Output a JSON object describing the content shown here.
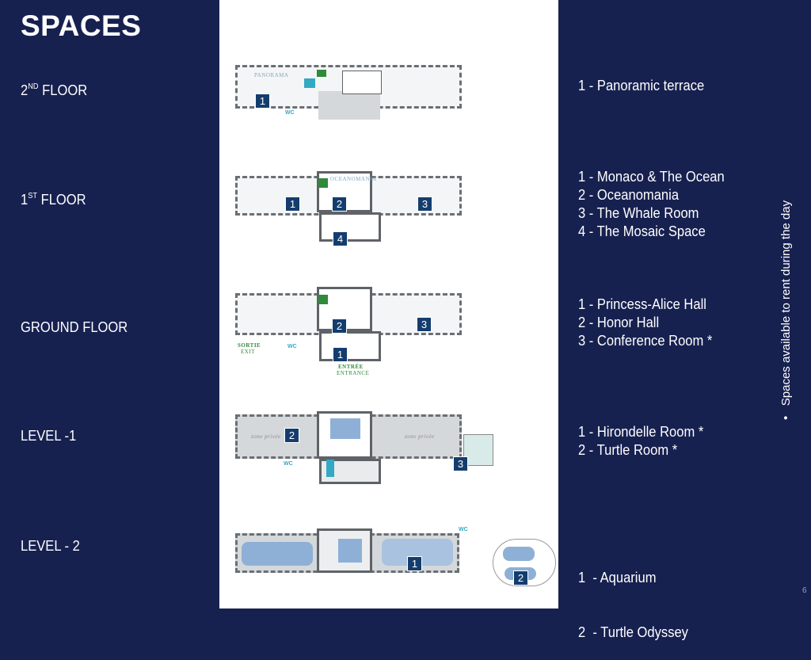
{
  "title": "SPACES",
  "floors": [
    {
      "label_num": "2",
      "label_sup": "ND",
      "label_rest": " FLOOR",
      "spaces": [
        "1 - Panoramic terrace"
      ],
      "map_labels": [
        "PANORAMA",
        "WC"
      ],
      "badges": [
        "1"
      ]
    },
    {
      "label_num": "1",
      "label_sup": "ST",
      "label_rest": " FLOOR",
      "spaces": [
        "1 - Monaco & The Ocean",
        "2 - Oceanomania",
        "3 - The Whale Room",
        "4 - The Mosaic Space"
      ],
      "map_labels": [
        "OCEANOMANIA"
      ],
      "badges": [
        "1",
        "2",
        "3",
        "4"
      ]
    },
    {
      "label": "GROUND FLOOR",
      "spaces": [
        "1 - Princess-Alice Hall",
        "2 - Honor Hall",
        "3 - Conference Room *"
      ],
      "map_labels": [
        "SORTIE",
        "EXIT",
        "WC",
        "ENTRÉE",
        "ENTRANCE"
      ],
      "badges": [
        "1",
        "2",
        "3"
      ]
    },
    {
      "label": "LEVEL -1",
      "spaces": [
        "1 - Hirondelle Room *",
        "2 - Turtle Room *"
      ],
      "map_labels": [
        "zone privée",
        "zone privée",
        "WC"
      ],
      "badges": [
        "2",
        "3"
      ]
    },
    {
      "label": "LEVEL - 2",
      "spaces": [
        "1  - Aquarium",
        "2  - Turtle Odyssey"
      ],
      "map_labels": [
        "WC"
      ],
      "badges": [
        "1",
        "2"
      ]
    }
  ],
  "side_note": "Spaces available to rent during the day",
  "page_number": "6"
}
